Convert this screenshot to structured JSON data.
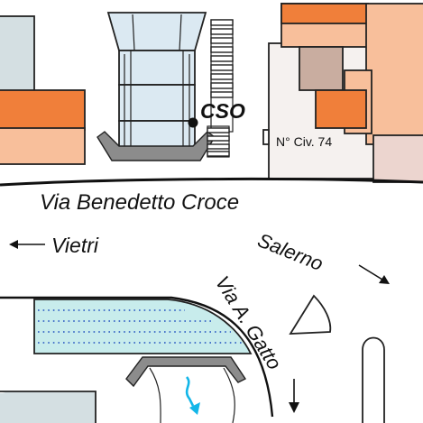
{
  "labels": {
    "street_main": "Via Benedetto Croce",
    "street_side": "Via A. Gatto",
    "direction_left": "Vietri",
    "direction_right": "Salerno",
    "point_label": "CSO",
    "civic_number": "N° Civ. 74"
  },
  "colors": {
    "orange": "#f07f3a",
    "salmon": "#f8bf9b",
    "taupe": "#c9ada0",
    "pale_pink": "#ecd5cf",
    "cream": "#f5f1ef",
    "grey_blue": "#d4dfe2",
    "glass_blue": "#dbe9f2",
    "water": "#c8ecec",
    "water_dots": "#1f4fbf",
    "stream": "#13b6e8",
    "bench_grey": "#8c8c8c",
    "ink": "#222222"
  }
}
